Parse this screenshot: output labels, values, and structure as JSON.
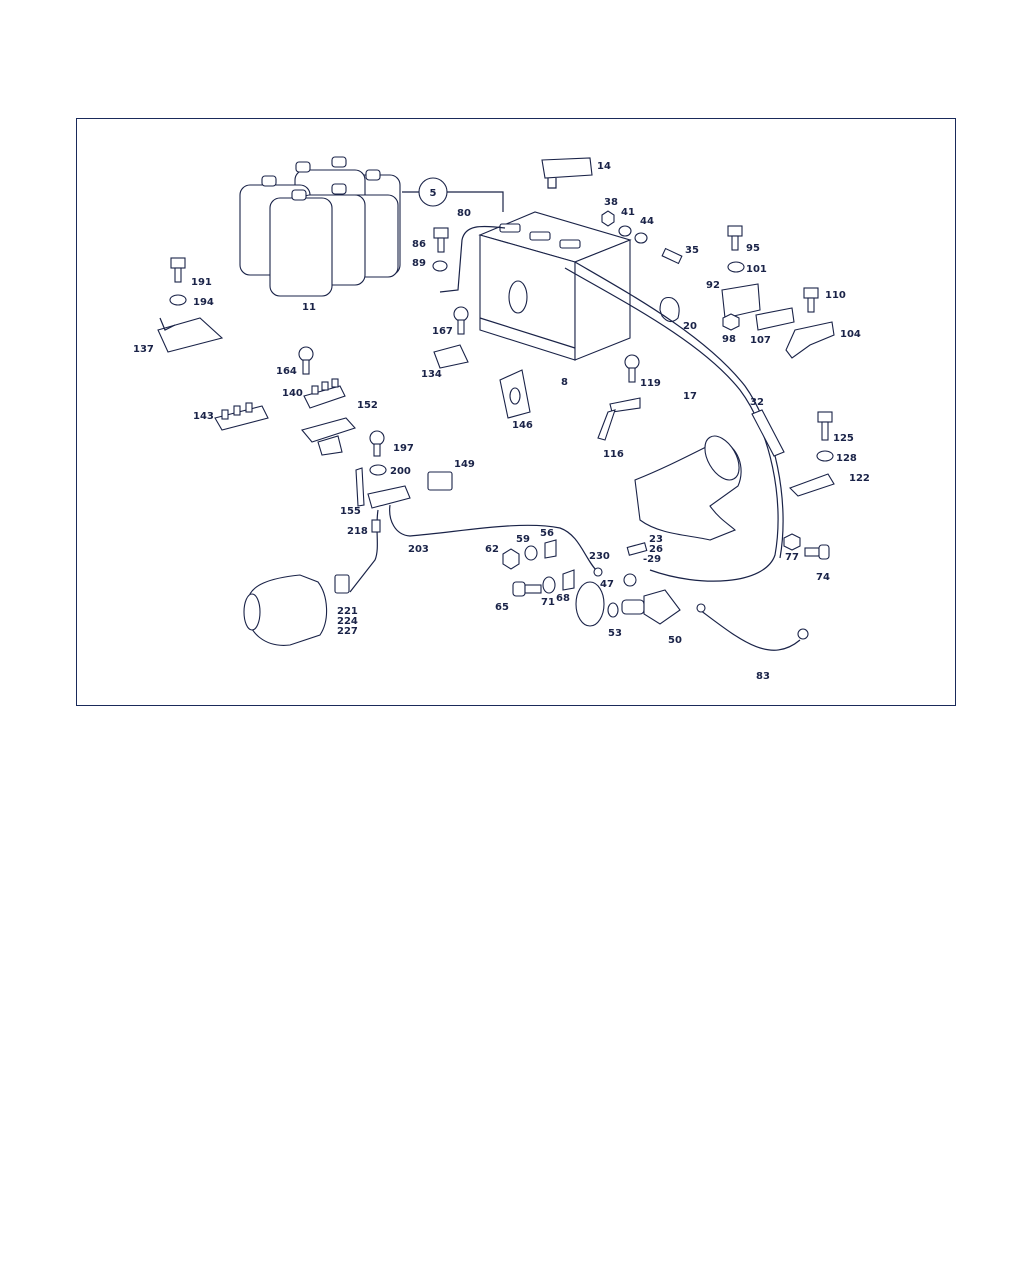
{
  "colors": {
    "ink": "#1a2348",
    "frame": "#1a2a5a",
    "background": "#ffffff"
  },
  "callout": "5",
  "labels": {
    "p11": "11",
    "p14": "14",
    "p38": "38",
    "p41": "41",
    "p44": "44",
    "p35": "35",
    "p80": "80",
    "p86": "86",
    "p89": "89",
    "p95": "95",
    "p101": "101",
    "p191": "191",
    "p194": "194",
    "p137": "137",
    "p92": "92",
    "p110": "110",
    "p20": "20",
    "p98": "98",
    "p107": "107",
    "p104": "104",
    "p167": "167",
    "p134": "134",
    "p164": "164",
    "p140": "140",
    "p152": "152",
    "p143": "143",
    "p8": "8",
    "p119": "119",
    "p146": "146",
    "p17": "17",
    "p32": "32",
    "p116": "116",
    "p125": "125",
    "p128": "128",
    "p122": "122",
    "p197": "197",
    "p200": "200",
    "p149": "149",
    "p155": "155",
    "p218": "218",
    "p203": "203",
    "p56": "56",
    "p59": "59",
    "p62": "62",
    "p230": "230",
    "p23": "23",
    "p26": "26",
    "p29": "-29",
    "p77": "77",
    "p74": "74",
    "p47": "47",
    "p65": "65",
    "p71": "71",
    "p68": "68",
    "p53": "53",
    "p50": "50",
    "p221": "221",
    "p224": "224",
    "p227": "227",
    "p83": "83"
  }
}
